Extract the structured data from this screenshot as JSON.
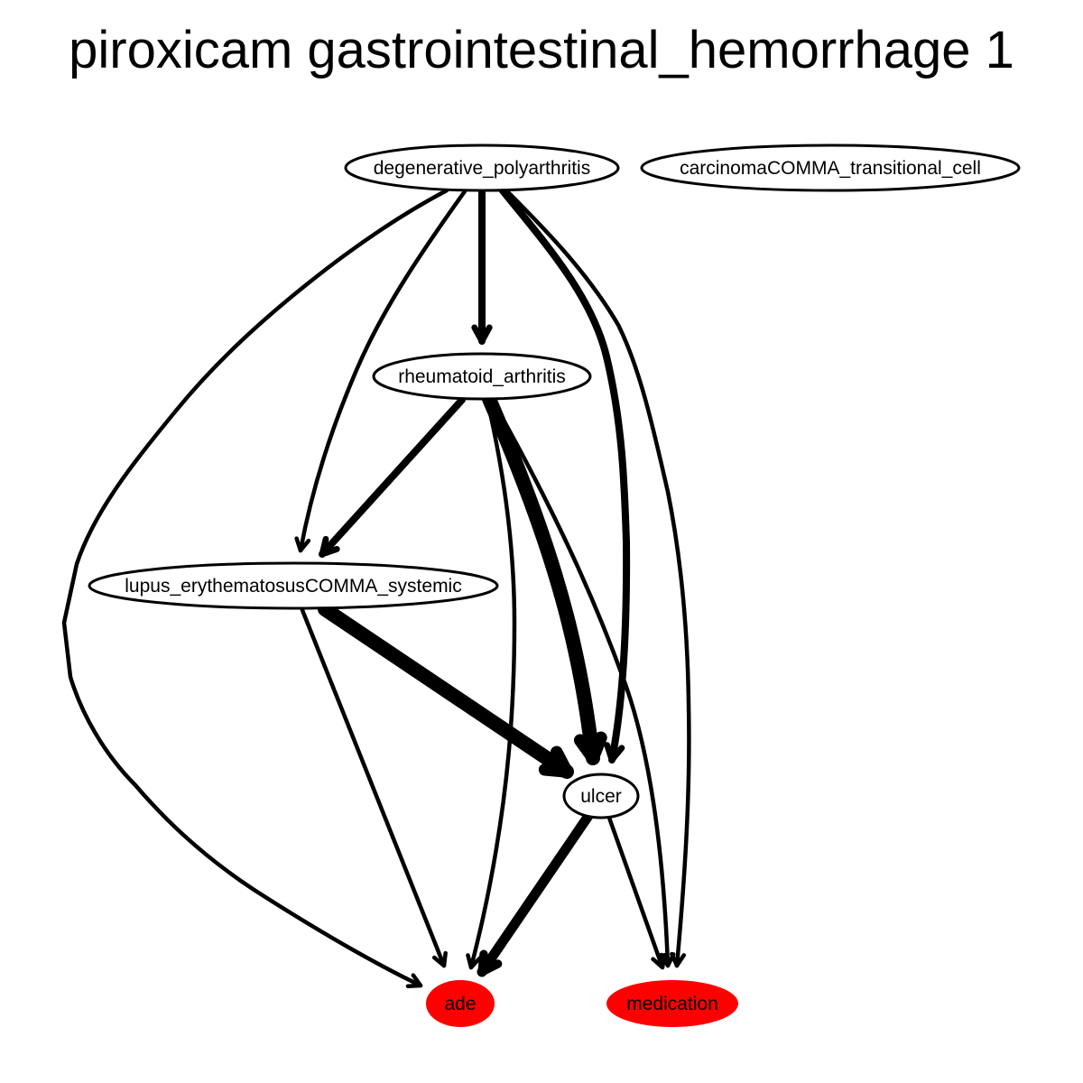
{
  "title": "piroxicam gastrointestinal_hemorrhage 1",
  "colors": {
    "highlight": "#ff0000",
    "stroke": "#000000",
    "background": "#ffffff"
  },
  "nodes": [
    {
      "id": "degenerative_polyarthritis",
      "label": "degenerative_polyarthritis",
      "fill": "#ffffff"
    },
    {
      "id": "carcinoma_transitional_cell",
      "label": "carcinomaCOMMA_transitional_cell",
      "fill": "#ffffff"
    },
    {
      "id": "rheumatoid_arthritis",
      "label": "rheumatoid_arthritis",
      "fill": "#ffffff"
    },
    {
      "id": "lupus_erythematosus_systemic",
      "label": "lupus_erythematosusCOMMA_systemic",
      "fill": "#ffffff"
    },
    {
      "id": "ulcer",
      "label": "ulcer",
      "fill": "#ffffff"
    },
    {
      "id": "ade",
      "label": "ade",
      "fill": "#ff0000"
    },
    {
      "id": "medication",
      "label": "medication",
      "fill": "#ff0000"
    }
  ],
  "edges": [
    {
      "from": "degenerative_polyarthritis",
      "to": "rheumatoid_arthritis",
      "weight": 2
    },
    {
      "from": "degenerative_polyarthritis",
      "to": "lupus_erythematosus_systemic",
      "weight": 1
    },
    {
      "from": "degenerative_polyarthritis",
      "to": "ade",
      "weight": 1
    },
    {
      "from": "degenerative_polyarthritis",
      "to": "ulcer",
      "weight": 2
    },
    {
      "from": "degenerative_polyarthritis",
      "to": "medication",
      "weight": 1
    },
    {
      "from": "rheumatoid_arthritis",
      "to": "lupus_erythematosus_systemic",
      "weight": 2
    },
    {
      "from": "rheumatoid_arthritis",
      "to": "ulcer",
      "weight": 4
    },
    {
      "from": "rheumatoid_arthritis",
      "to": "ade",
      "weight": 1
    },
    {
      "from": "rheumatoid_arthritis",
      "to": "medication",
      "weight": 1
    },
    {
      "from": "lupus_erythematosus_systemic",
      "to": "ulcer",
      "weight": 4
    },
    {
      "from": "lupus_erythematosus_systemic",
      "to": "ade",
      "weight": 1
    },
    {
      "from": "ulcer",
      "to": "ade",
      "weight": 3
    },
    {
      "from": "ulcer",
      "to": "medication",
      "weight": 1
    }
  ]
}
